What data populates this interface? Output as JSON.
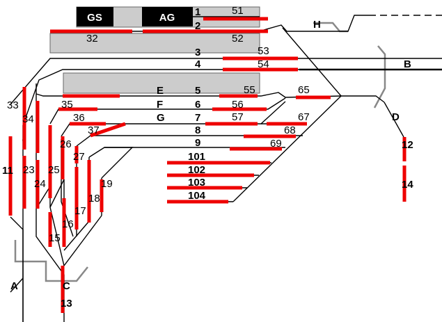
{
  "block_labels": {
    "gs": "GS",
    "ag": "AG"
  },
  "track_numbers": {
    "t1": "1",
    "t2": "2",
    "t3": "3",
    "t4": "4",
    "t5": "5",
    "t6": "6",
    "t7": "7",
    "t8": "8",
    "t9": "9",
    "t101": "101",
    "t102": "102",
    "t103": "103",
    "t104": "104"
  },
  "signal_numbers": {
    "s51": "51",
    "s32": "32",
    "s52": "52",
    "s53": "53",
    "s54": "54",
    "s55": "55",
    "s56": "56",
    "s57": "57",
    "s65": "65",
    "s67": "67",
    "s68": "68",
    "s69": "69",
    "s33": "33",
    "s34": "34",
    "s35": "35",
    "s36": "36",
    "s37": "37",
    "s26": "26",
    "s27": "27",
    "s11": "11",
    "s23": "23",
    "s24": "24",
    "s25": "25",
    "s19": "19",
    "s17": "17",
    "s18": "18",
    "s16": "16",
    "s15": "15",
    "s12": "12",
    "s14": "14",
    "s13": "13"
  },
  "track_letters": {
    "a": "A",
    "b": "B",
    "c": "C",
    "d": "D",
    "e": "E",
    "f": "F",
    "g": "G",
    "h": "H"
  },
  "colors": {
    "track": "#000000",
    "signal": "#ee0000",
    "platform": "#cccccc",
    "block": "#000000",
    "branch": "#888888"
  }
}
